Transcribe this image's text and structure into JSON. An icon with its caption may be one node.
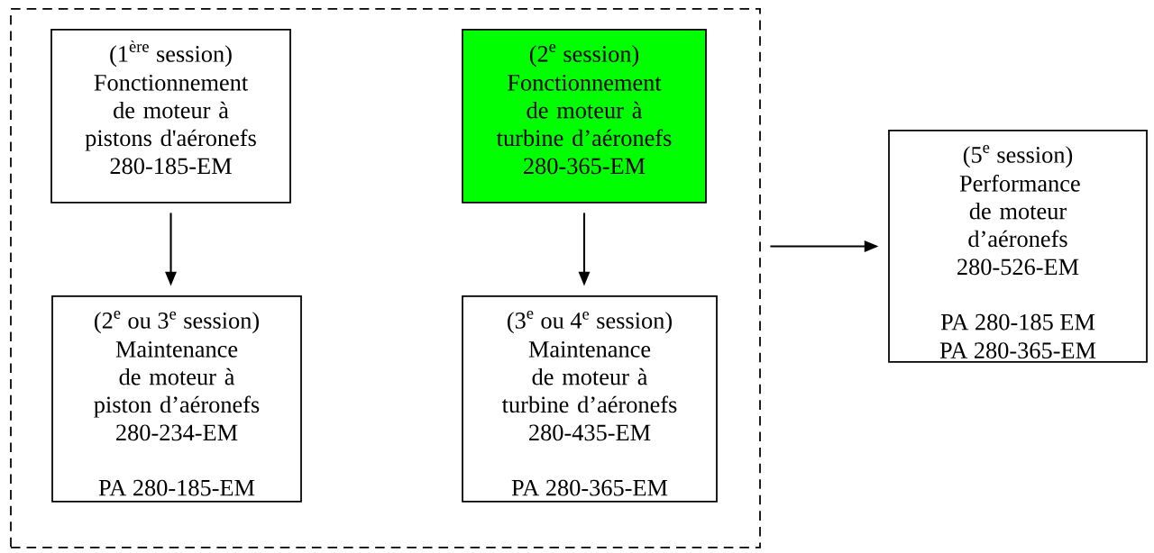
{
  "diagram": {
    "nodes": [
      {
        "text": [],
        "shape": "box"
      },
      {
        "text": [
          "\\text{(1}^{\\text{ère}}\\text{ session)}",
          "Fonctionnement de moteur à pistons d'aéronefs",
          "280-185-EM"
        ],
        "in": 0
      },
      {
        "text": [
          "\\text{(2}^{\\text{e}}\\text{ session)}",
          "Fonctionnement de moteur à turbine d’aéronefs",
          "280-365-EM"
        ],
        "in": 0
      },
      {
        "text": [
          "\\text{(2}^{\\text{e}}\\text{ ou 3}^{\\text{e}}\\text{ session)}",
          "Maintenance de moteur à piston d’aéronefs",
          "280-234-EM",
          "PA 280-185-EM"
        ],
        "in": 0
      },
      {
        "text": [
          "\\text{(3}^{\\text{e}}\\text{ ou 4}^{\\text{e}}\\text{ session)}",
          "Maintenance de moteur à turbine d’aéronefs",
          "280-435-EM",
          "PA 280-365-EM"
        ],
        "in": 0
      },
      {
        "text": [
          "\\text{(5}^{\\text{e}}\\text{ session)}",
          "Performance de moteur d’aéronefs",
          "280-526-EM",
          "PA 280-185 EM",
          "PA 280-365-EM"
        ]
      }
    ],
    "edges": [
      {
        "from": 1,
        "to": 3,
        "arrow": "to"
      },
      {
        "from": 2,
        "to": 4,
        "arrow": "to"
      },
      {
        "from": 0,
        "to": 5,
        "arrow": "to"
      }
    ]
  }
}
